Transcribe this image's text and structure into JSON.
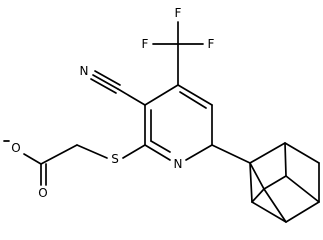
{
  "atom_labels": {
    "f_top_left": "F",
    "f_top_right": "F",
    "f_bottom": "F",
    "cyano_nitrogen": "N",
    "ester_oxygen": "O",
    "carbonyl_oxygen": "O",
    "sulfur": "S",
    "ring_nitrogen": "N"
  },
  "colors": {
    "bond": "#000000",
    "background": "#ffffff"
  }
}
